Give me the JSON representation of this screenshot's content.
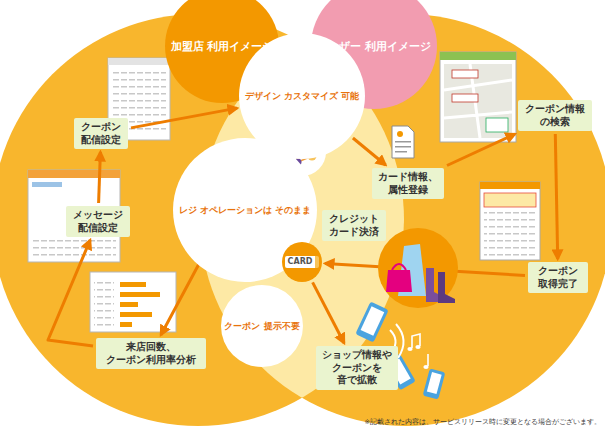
{
  "diagram": {
    "nodes": [
      {
        "text": [
          "加盟店 利用イメージ"
        ]
      },
      {
        "text": [
          "ユーザー 利用イメージ"
        ]
      },
      {
        "text": [
          "デザイン カスタマイズ 可能"
        ]
      },
      {
        "text": [
          "クーポン 配信設定"
        ]
      },
      {
        "text": [
          "カード情報、 属性登録"
        ]
      },
      {
        "text": [
          "クーポン情報 の検索"
        ]
      },
      {
        "text": [
          "メッセージ 配信設定"
        ]
      },
      {
        "text": [
          "レジ オペレーションは そのまま"
        ]
      },
      {
        "text": [
          "クレジット カード決済"
        ]
      },
      {
        "text": [
          "CARD"
        ]
      },
      {
        "text": [
          "クーポン 取得完了"
        ]
      },
      {
        "text": [
          "クーポン 提示不要"
        ]
      },
      {
        "text": [
          "来店回数、 クーポン利用率分析"
        ]
      },
      {
        "text": [
          "ショップ情報や クーポンを 音で拡散"
        ]
      }
    ],
    "edges": [
      {
        "from": 3,
        "to": 2,
        "arrow": "to"
      },
      {
        "from": 2,
        "to": 4,
        "arrow": "to"
      },
      {
        "from": 4,
        "to": 5,
        "arrow": "to"
      },
      {
        "from": 5,
        "to": 10,
        "arrow": "to"
      },
      {
        "from": 10,
        "to": 9,
        "arrow": "to"
      },
      {
        "from": 9,
        "to": 12,
        "arrow": "to"
      },
      {
        "from": 12,
        "to": 6,
        "arrow": "to"
      },
      {
        "from": 6,
        "to": 3,
        "arrow": "to"
      },
      {
        "from": 9,
        "to": 13,
        "arrow": "to"
      }
    ],
    "labels": [
      "※記載された内容は、サービスリリース時に変更となる場合がございます。"
    ]
  }
}
